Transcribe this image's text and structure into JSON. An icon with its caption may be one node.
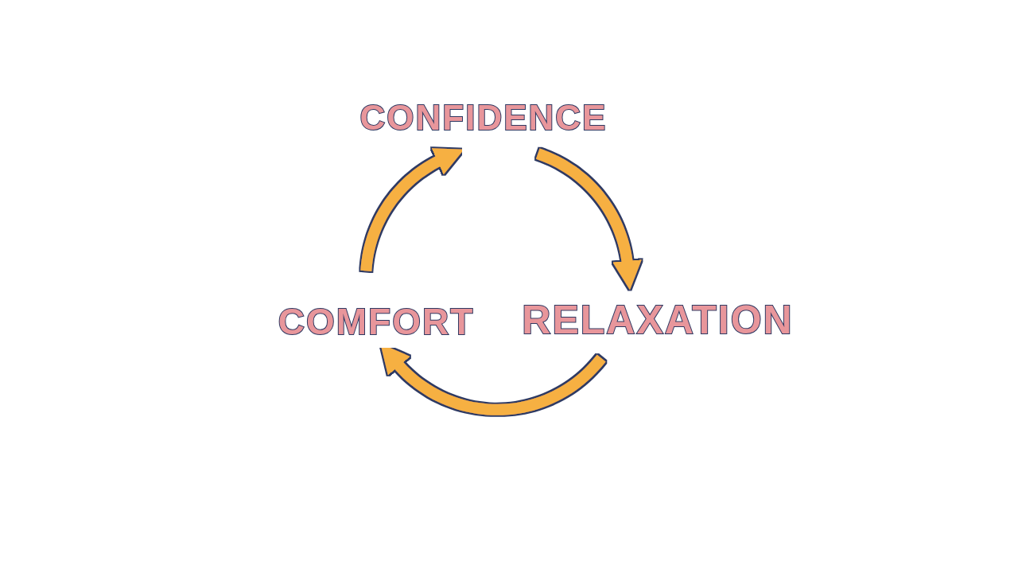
{
  "diagram": {
    "nodes": [
      {
        "text": [
          "CONFIDENCE"
        ]
      },
      {
        "text": [
          "COMFORT"
        ]
      },
      {
        "text": [
          "RELAXATION"
        ]
      }
    ],
    "edges": [
      {
        "from": 0,
        "to": 2,
        "arrow": "to"
      },
      {
        "from": 2,
        "to": 1,
        "arrow": "to"
      },
      {
        "from": 1,
        "to": 0,
        "arrow": "to"
      }
    ]
  }
}
